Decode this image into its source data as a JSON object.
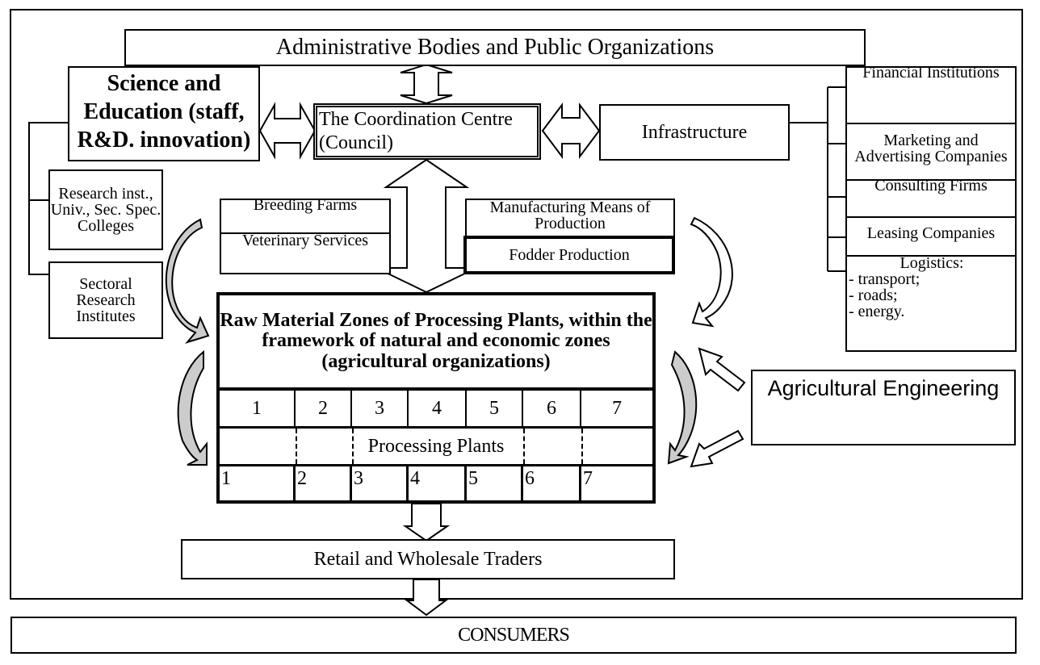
{
  "top": "Administrative Bodies and Public Organizations",
  "science": "Science and Education (staff, R&D. innovation)",
  "coordination": "The Coordination Centre (Council)",
  "infrastructure": "Infrastructure",
  "research_inst": "Research inst., Univ., Sec. Spec. Colleges",
  "sectoral": "Sectoral Research Institutes",
  "breeding": "Breeding Farms",
  "veterinary": "Veterinary Services",
  "manufacturing": "Manufacturing Means of Production",
  "fodder": "Fodder Production",
  "raw": "Raw Material Zones of Processing Plants, within the framework of natural and economic zones (agricultural organizations)",
  "zones": [
    "1",
    "2",
    "3",
    "4",
    "5",
    "6",
    "7"
  ],
  "processing": "Processing Plants",
  "plants": [
    "1",
    "2",
    "3",
    "4",
    "5",
    "6",
    "7"
  ],
  "agri": "Agricultural Engineering",
  "retail": "Retail and Wholesale Traders",
  "consumers": "CONSUMERS",
  "right_list": {
    "financial": "Financial Institutions",
    "marketing": "Marketing and Advertising Companies",
    "consulting": "Consulting Firms",
    "leasing": "Leasing Companies",
    "logistics": {
      "title": "Logistics:",
      "items": [
        "- transport;",
        "- roads;",
        "- energy."
      ]
    }
  }
}
